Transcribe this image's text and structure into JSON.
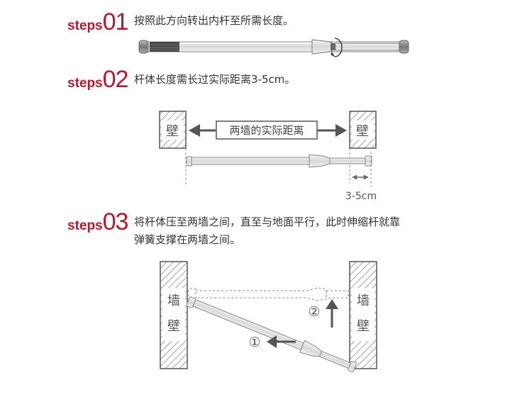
{
  "steps": [
    {
      "prefix": "steps",
      "number": "01",
      "lines": [
        "按照此方向转出内杆至所需长度。"
      ]
    },
    {
      "prefix": "steps",
      "number": "02",
      "lines": [
        "杆体长度需长过实际距离3-5cm。"
      ]
    },
    {
      "prefix": "steps",
      "number": "03",
      "lines": [
        "将杆体压至两墙之间，直至与地面平行，此时伸缩杆就靠",
        "弹簧支撑在两墙之间。"
      ]
    }
  ],
  "diagram2": {
    "wall_char": "壁",
    "distance_label": "两墙的实际距离",
    "extra_label": "3-5cm"
  },
  "diagram3": {
    "wall_chars": [
      "墙",
      "壁"
    ],
    "marker_1": "①",
    "marker_2": "②"
  },
  "colors": {
    "accent": "#b8182e",
    "wall_stroke": "#555555",
    "rod": "#999999"
  }
}
